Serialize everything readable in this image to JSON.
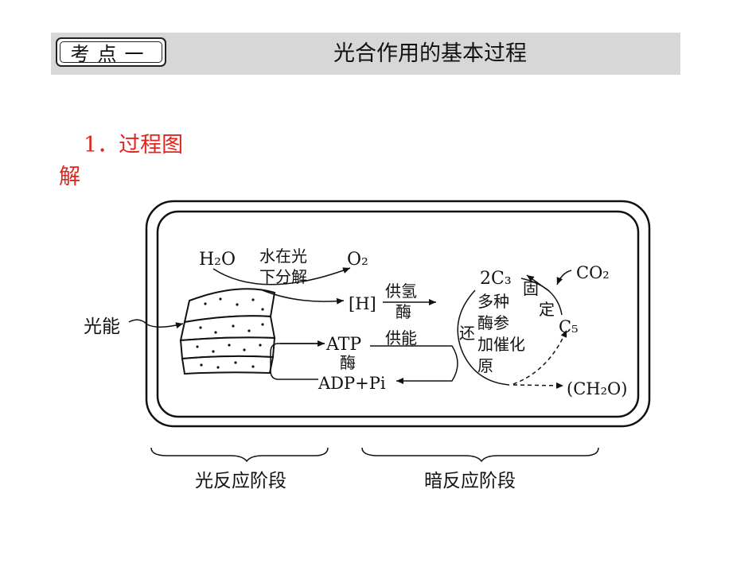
{
  "header": {
    "tag": "考点一",
    "title": "光合作用的基本过程"
  },
  "section": {
    "number_line1": "1．过程图",
    "number_line2": "解"
  },
  "diagram": {
    "light_energy": "光能",
    "water": "H₂O",
    "photolysis_line1": "水在光",
    "photolysis_line2": "下分解",
    "oxygen": "O₂",
    "hydrogen": "[H]",
    "supply_hydrogen": "供氢",
    "enzyme_1": "酶",
    "atp": "ATP",
    "enzyme_2": "酶",
    "supply_energy": "供能",
    "adp_pi": "ADP+Pi",
    "c3": "2C₃",
    "co2": "CO₂",
    "fix_1": "固",
    "fix_2": "定",
    "c5": "C₅",
    "reduce": "还",
    "multi_enzyme_1": "多种",
    "multi_enzyme_2": "酶参",
    "multi_enzyme_3": "加催化",
    "yuan": "原",
    "carbohydrate": "(CH₂O)",
    "light_stage": "光反应阶段",
    "dark_stage": "暗反应阶段"
  }
}
